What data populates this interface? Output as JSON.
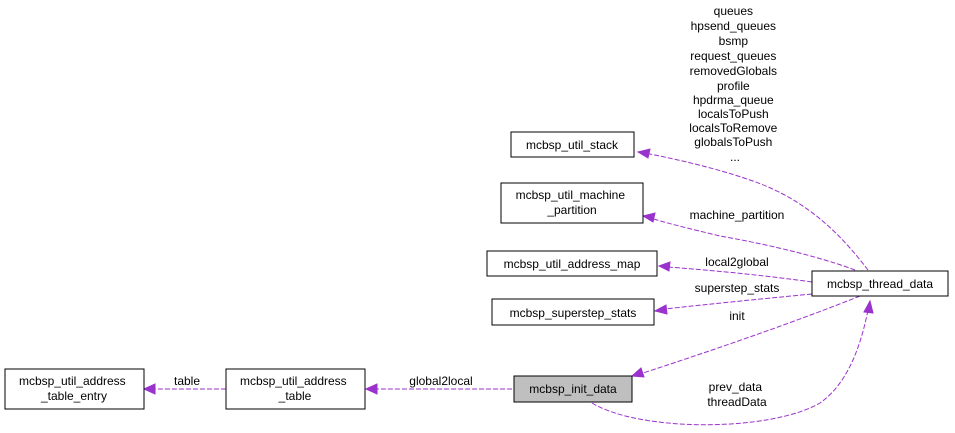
{
  "nodes": {
    "stack": {
      "lines": [
        "mcbsp_util_stack"
      ]
    },
    "machine_partition": {
      "lines": [
        "mcbsp_util_machine",
        "_partition"
      ]
    },
    "address_map": {
      "lines": [
        "mcbsp_util_address_map"
      ]
    },
    "superstep_stats": {
      "lines": [
        "mcbsp_superstep_stats"
      ]
    },
    "thread_data": {
      "lines": [
        "mcbsp_thread_data"
      ]
    },
    "init_data": {
      "lines": [
        "mcbsp_init_data"
      ]
    },
    "address_table": {
      "lines": [
        "mcbsp_util_address",
        "_table"
      ]
    },
    "address_table_entry": {
      "lines": [
        "mcbsp_util_address",
        "_table_entry"
      ]
    }
  },
  "edges": {
    "stack_members": [
      "queues",
      "hpsend_queues",
      "bsmp",
      "request_queues",
      "removedGlobals",
      "profile",
      "hpdrma_queue",
      "localsToPush",
      "localsToRemove",
      "globalsToPush",
      "..."
    ],
    "machine_partition": [
      "machine_partition"
    ],
    "local2global": [
      "local2global"
    ],
    "superstep_stats": [
      "superstep_stats"
    ],
    "init": [
      "init"
    ],
    "thread_back": [
      "prev_data",
      "threadData"
    ],
    "global2local": [
      "global2local"
    ],
    "table": [
      "table"
    ]
  }
}
